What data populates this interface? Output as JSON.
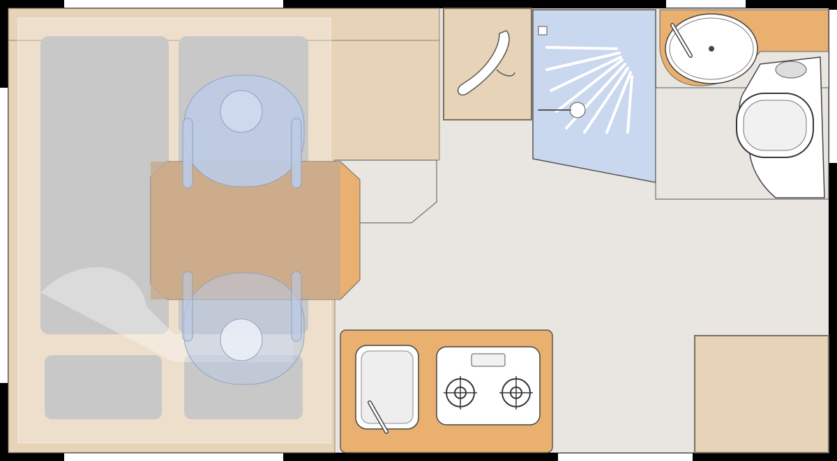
{
  "floorplan": {
    "colors": {
      "wall": "#000000",
      "window": "#ffffff",
      "floor": "#e9e6e1",
      "cabinet": "#e6d3b8",
      "worktop": "#e9b06f",
      "cushion": "#b3b3b3",
      "shower": "#c9d7ef",
      "seat_overlay": "#bccbe4",
      "table": "#c7ab8f",
      "fixture": "#f7f7f7",
      "line": "#5a5a5a"
    },
    "rooms": [
      {
        "name": "dinette",
        "icon": "dinette-icon"
      },
      {
        "name": "wardrobe",
        "icon": "hanger-icon"
      },
      {
        "name": "shower",
        "icon": "shower-icon"
      },
      {
        "name": "washroom",
        "icon": "washbasin-icon"
      },
      {
        "name": "toilet",
        "icon": "toilet-icon"
      },
      {
        "name": "kitchen",
        "icon": "hob-icon"
      },
      {
        "name": "sink",
        "icon": "sink-icon"
      }
    ]
  }
}
